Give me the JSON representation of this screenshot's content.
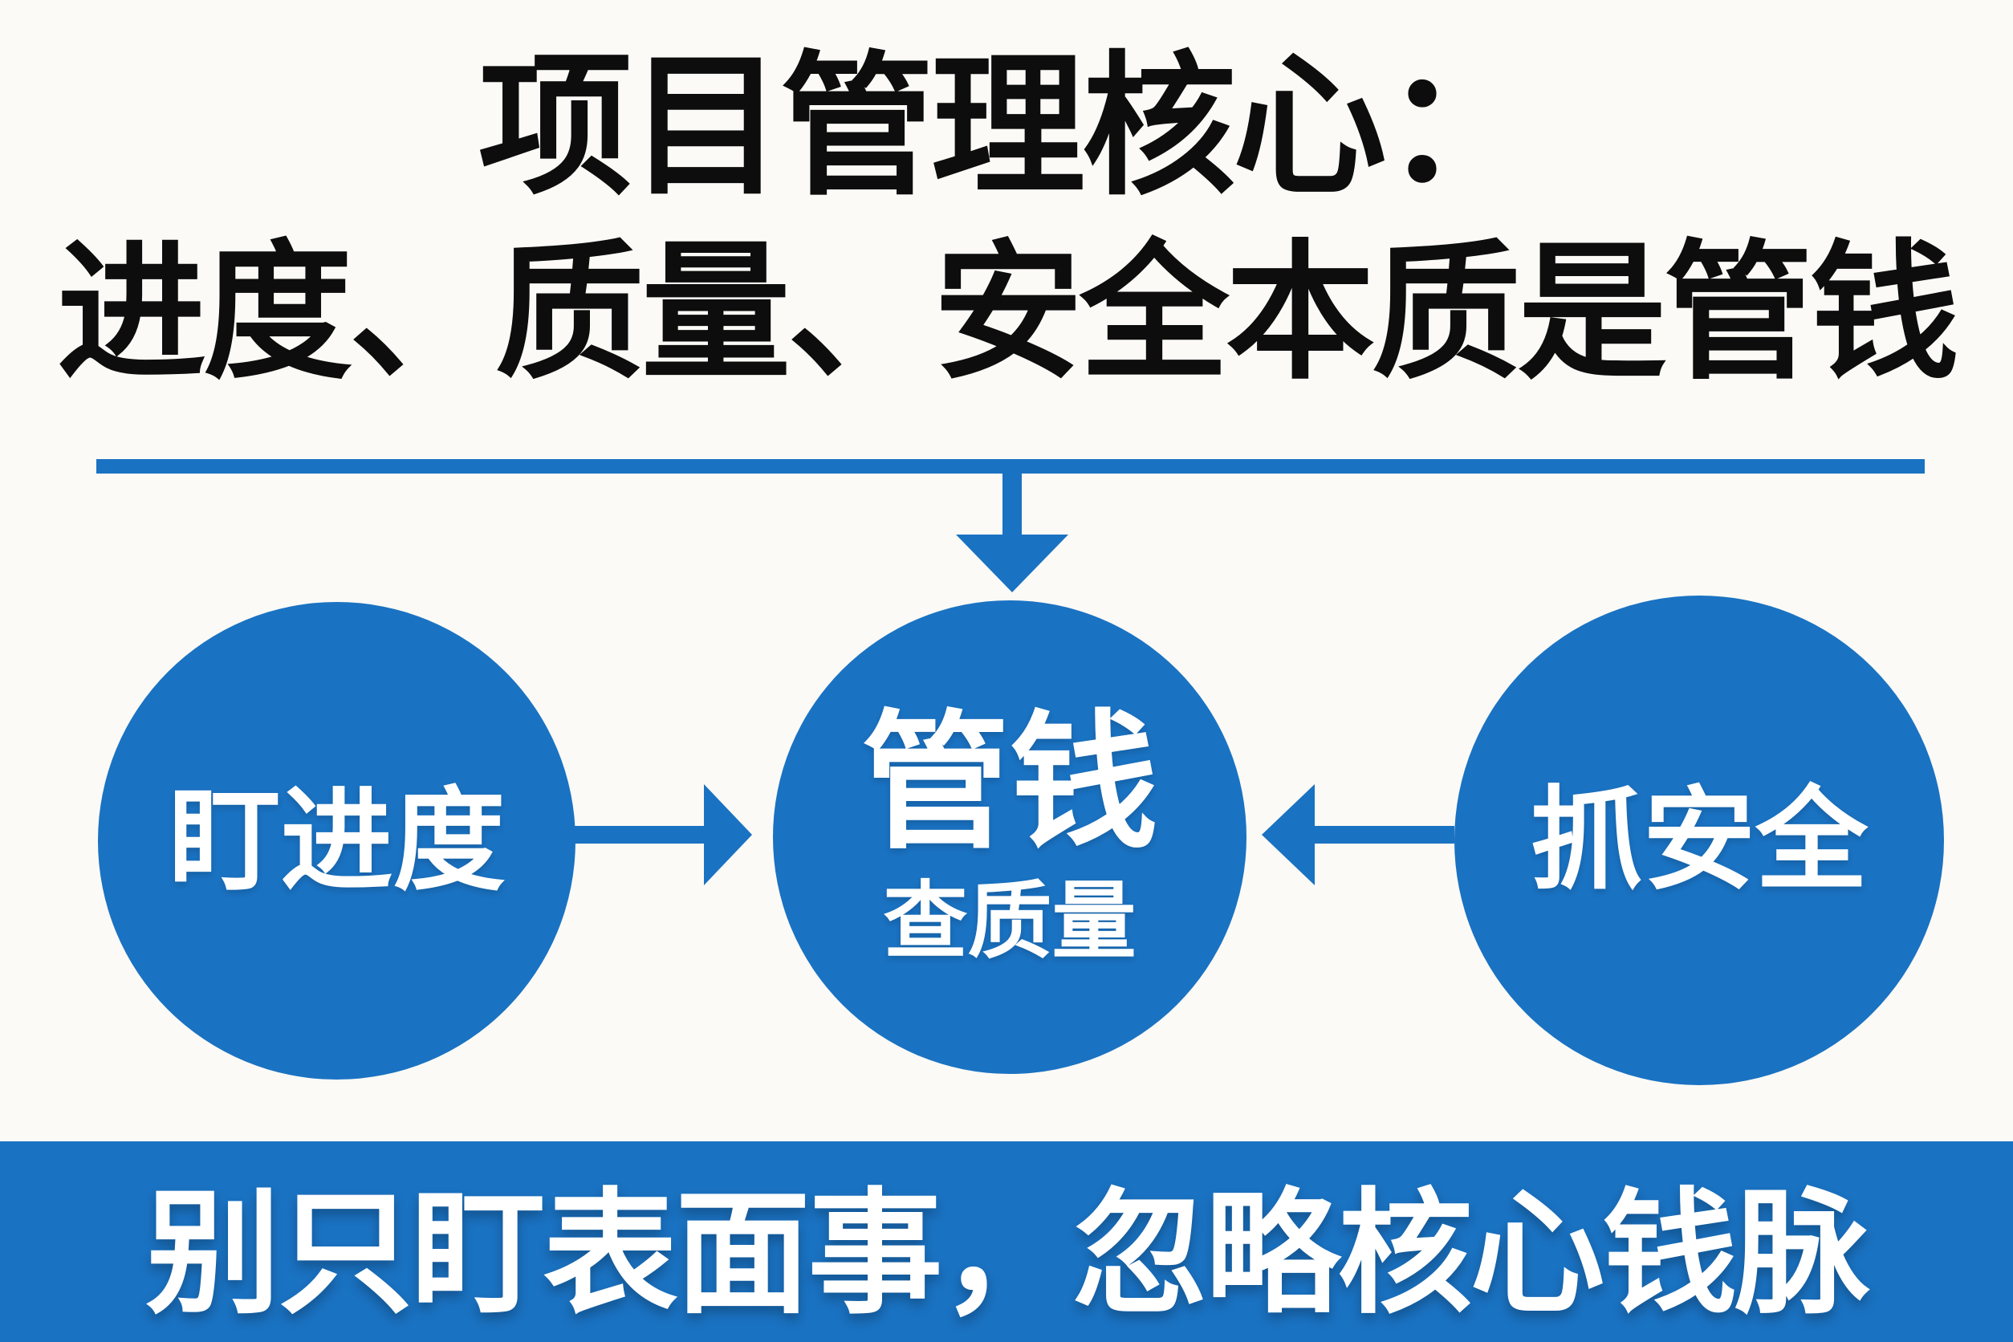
{
  "title": {
    "line1": "项目管理核心：",
    "line2": "进度、质量、安全本质是管钱"
  },
  "diagram": {
    "nodes": {
      "left": {
        "label": "盯进度"
      },
      "center": {
        "label_main": "管钱",
        "label_sub": "查质量"
      },
      "right": {
        "label": "抓安全"
      }
    },
    "arrows": [
      {
        "icon": "down-arrow-icon",
        "from": "divider",
        "to": "center-node"
      },
      {
        "icon": "right-arrow-icon",
        "from": "left-node",
        "to": "center-node"
      },
      {
        "icon": "left-arrow-icon",
        "from": "right-node",
        "to": "center-node"
      }
    ]
  },
  "banner": {
    "text": "别只盯表面事，忽略核心钱脉"
  },
  "colors": {
    "diagram_blue": "#1a72c2",
    "title_black": "#0d0d0d",
    "text_white": "#ffffff",
    "background": "#fbfaf6"
  }
}
